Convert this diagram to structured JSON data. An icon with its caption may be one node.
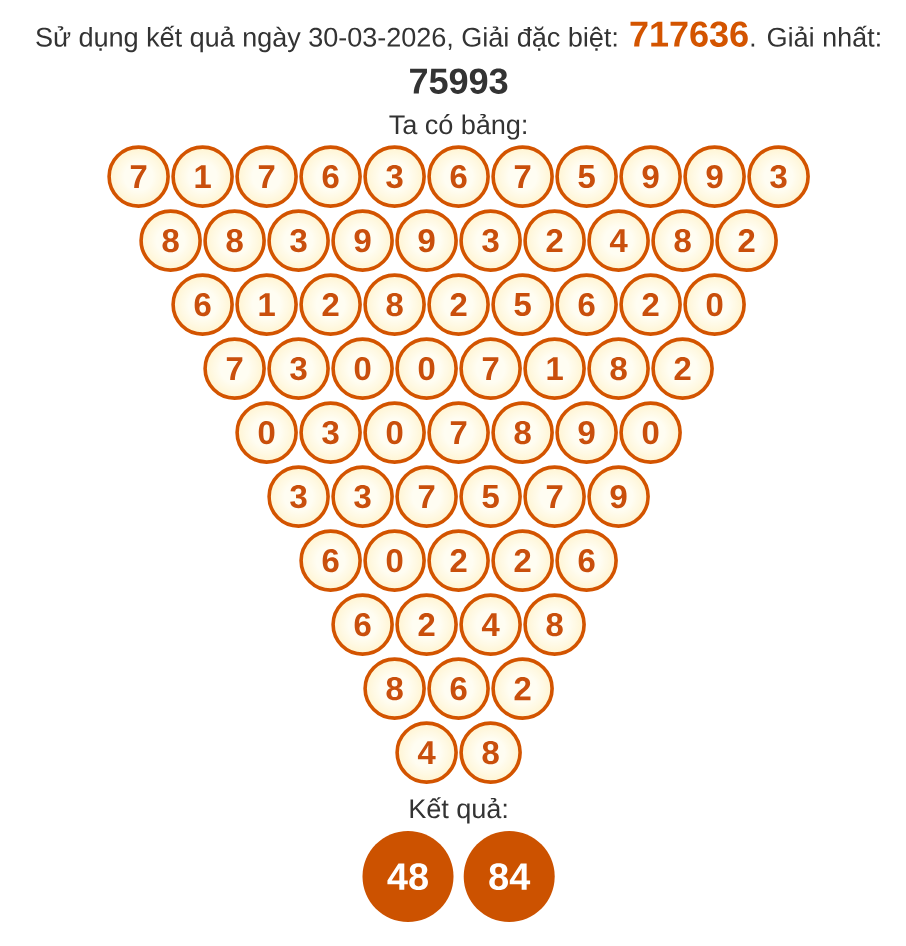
{
  "diagram": {
    "title": "Sử dụng kết quả ngày 30-03-2026, Giải đặc biệt: **717636**. Giải nhất: **75993**",
    "nodes": [
      {
        "text": [
          "7"
        ]
      },
      {
        "text": [
          "1"
        ]
      },
      {
        "text": [
          "7"
        ]
      },
      {
        "text": [
          "6"
        ]
      },
      {
        "text": [
          "3"
        ]
      },
      {
        "text": [
          "6"
        ]
      },
      {
        "text": [
          "7"
        ]
      },
      {
        "text": [
          "5"
        ]
      },
      {
        "text": [
          "9"
        ]
      },
      {
        "text": [
          "9"
        ]
      },
      {
        "text": [
          "3"
        ]
      },
      {
        "text": [
          "8"
        ]
      },
      {
        "text": [
          "8"
        ]
      },
      {
        "text": [
          "3"
        ]
      },
      {
        "text": [
          "9"
        ]
      },
      {
        "text": [
          "9"
        ]
      },
      {
        "text": [
          "3"
        ]
      },
      {
        "text": [
          "2"
        ]
      },
      {
        "text": [
          "4"
        ]
      },
      {
        "text": [
          "8"
        ]
      },
      {
        "text": [
          "2"
        ]
      },
      {
        "text": [
          "6"
        ]
      },
      {
        "text": [
          "1"
        ]
      },
      {
        "text": [
          "2"
        ]
      },
      {
        "text": [
          "8"
        ]
      },
      {
        "text": [
          "2"
        ]
      },
      {
        "text": [
          "5"
        ]
      },
      {
        "text": [
          "6"
        ]
      },
      {
        "text": [
          "2"
        ]
      },
      {
        "text": [
          "0"
        ]
      },
      {
        "text": [
          "7"
        ]
      },
      {
        "text": [
          "3"
        ]
      },
      {
        "text": [
          "0"
        ]
      },
      {
        "text": [
          "0"
        ]
      },
      {
        "text": [
          "7"
        ]
      },
      {
        "text": [
          "1"
        ]
      },
      {
        "text": [
          "8"
        ]
      },
      {
        "text": [
          "2"
        ]
      },
      {
        "text": [
          "0"
        ]
      },
      {
        "text": [
          "3"
        ]
      },
      {
        "text": [
          "0"
        ]
      },
      {
        "text": [
          "7"
        ]
      },
      {
        "text": [
          "8"
        ]
      },
      {
        "text": [
          "9"
        ]
      },
      {
        "text": [
          "0"
        ]
      },
      {
        "text": [
          "3"
        ]
      },
      {
        "text": [
          "3"
        ]
      },
      {
        "text": [
          "7"
        ]
      },
      {
        "text": [
          "5"
        ]
      },
      {
        "text": [
          "7"
        ]
      },
      {
        "text": [
          "9"
        ]
      },
      {
        "text": [
          "6"
        ]
      },
      {
        "text": [
          "0"
        ]
      },
      {
        "text": [
          "2"
        ]
      },
      {
        "text": [
          "2"
        ]
      },
      {
        "text": [
          "6"
        ]
      },
      {
        "text": [
          "6"
        ]
      },
      {
        "text": [
          "2"
        ]
      },
      {
        "text": [
          "4"
        ]
      },
      {
        "text": [
          "8"
        ]
      },
      {
        "text": [
          "8"
        ]
      },
      {
        "text": [
          "6"
        ]
      },
      {
        "text": [
          "2"
        ]
      },
      {
        "text": [
          "4"
        ]
      },
      {
        "text": [
          "8"
        ]
      },
      {
        "text": [
          "48"
        ]
      },
      {
        "text": [
          "84"
        ]
      }
    ],
    "labels": [
      "Ta có bảng:",
      "Kết quả:"
    ]
  }
}
